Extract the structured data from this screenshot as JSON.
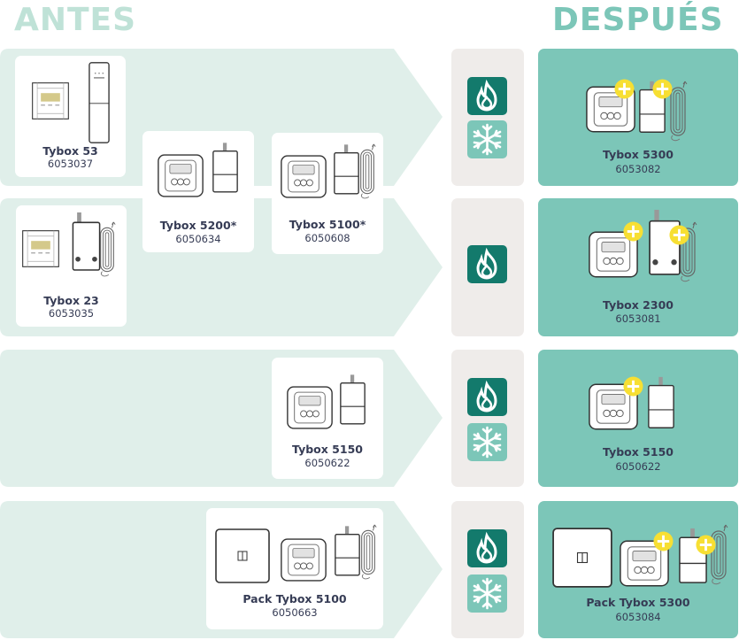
{
  "headers": {
    "before": "ANTES",
    "after": "DESPUÉS"
  },
  "colors": {
    "band": "#e0efea",
    "after_panel": "#7cc6b8",
    "mode_panel": "#efecea",
    "heat": "#137a6c",
    "cool": "#7cc6b8",
    "plus_badge": "#f7df33",
    "text": "#363c55"
  },
  "before": [
    {
      "name": "Tybox 53",
      "code": "6053037"
    },
    {
      "name": "Tybox 23",
      "code": "6053035"
    },
    {
      "name": "Tybox 5200*",
      "code": "6050634"
    },
    {
      "name": "Tybox 5100*",
      "code": "6050608"
    },
    {
      "name": "Tybox 5150",
      "code": "6050622"
    },
    {
      "name": "Pack Tybox 5100",
      "code": "6050663"
    }
  ],
  "modes": [
    [
      "heating-icon",
      "cooling-icon"
    ],
    [
      "heating-icon"
    ],
    [
      "heating-icon",
      "cooling-icon"
    ],
    [
      "heating-icon",
      "cooling-icon"
    ]
  ],
  "after": [
    {
      "name": "Tybox 5300",
      "code": "6053082"
    },
    {
      "name": "Tybox 2300",
      "code": "6053081"
    },
    {
      "name": "Tybox 5150",
      "code": "6050622"
    },
    {
      "name": "Pack Tybox 5300",
      "code": "6053084"
    }
  ]
}
